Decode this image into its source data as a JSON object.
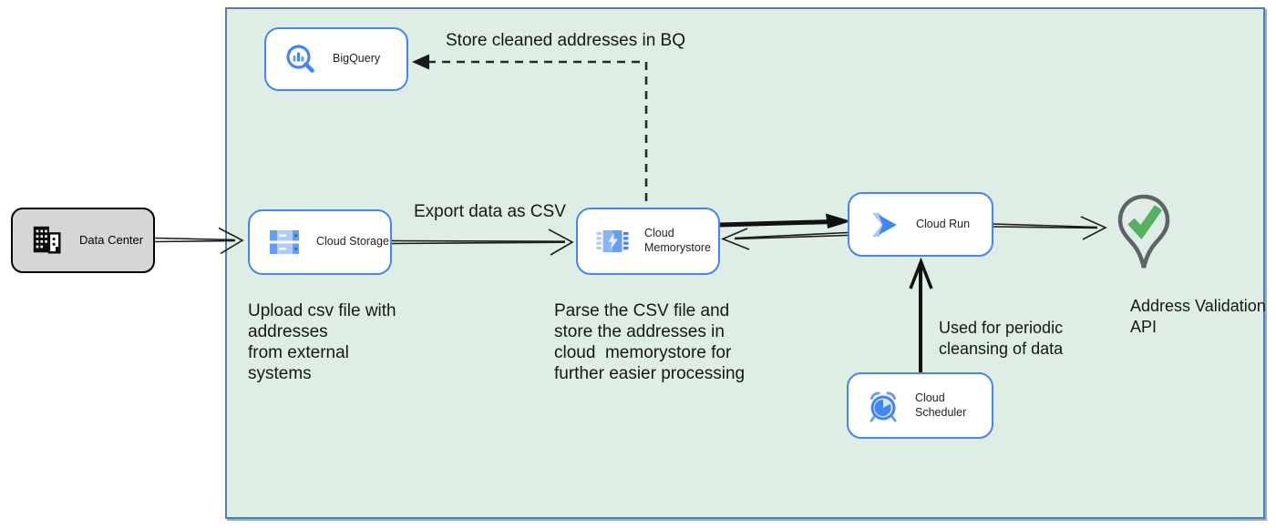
{
  "diagram": {
    "type": "gcp-architecture-flow",
    "nodes": {
      "datacenter": {
        "label": "Data Center"
      },
      "bigquery": {
        "label": "BigQuery"
      },
      "storage": {
        "label": "Cloud Storage"
      },
      "memorystore": {
        "label": "Cloud\nMemorystore"
      },
      "run": {
        "label": "Cloud Run"
      },
      "scheduler": {
        "label": "Cloud Scheduler"
      },
      "address_api": {
        "label": "Address Validation\nAPI"
      }
    },
    "edge_labels": {
      "store_bq": "Store cleaned addresses in BQ",
      "export_csv": "Export data as CSV",
      "periodic": "Used for periodic\ncleansing of data"
    },
    "notes": {
      "upload": "Upload csv file with\naddresses\nfrom external\nsystems",
      "parse": "Parse the CSV file and\nstore the addresses in\ncloud  memorystore for\nfurther easier processing"
    },
    "icons": [
      "building-icon",
      "bigquery-magnifier-icon",
      "storage-buckets-icon",
      "memorystore-chip-icon",
      "cloud-run-chevrons-icon",
      "scheduler-clock-icon",
      "location-pin-icon",
      "checkmark-icon"
    ],
    "colors": {
      "container_fill": "#dfeee4",
      "container_border": "#4f7fb5",
      "node_border": "#4285f4",
      "node_fill": "#ffffff",
      "datacenter_fill": "#d6d6d6",
      "edge": "#1c1c1c",
      "pin_outline": "#5f6368",
      "check_green": "#55b05f",
      "gcp_blue": "#4285f4",
      "gcp_blue_light": "#a8c7fa"
    }
  }
}
